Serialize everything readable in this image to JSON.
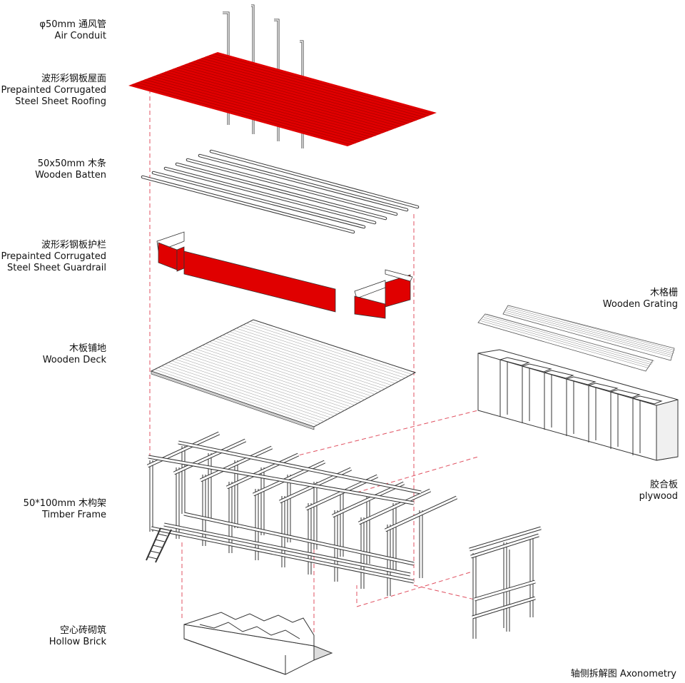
{
  "labels": {
    "air_conduit": {
      "cn": "φ50mm 通风管",
      "en": "Air Conduit"
    },
    "roofing": {
      "cn": "波形彩钢板屋面",
      "en1": "Prepainted  Corrugated",
      "en2": "Steel Sheet Roofing"
    },
    "batten": {
      "cn": "50x50mm 木条",
      "en": "Wooden Batten"
    },
    "guardrail": {
      "cn": "波形彩钢板护栏",
      "en1": "Prepainted  Corrugated",
      "en2": "Steel Sheet Guardrail"
    },
    "deck": {
      "cn": "木板铺地",
      "en": "Wooden Deck"
    },
    "frame": {
      "cn": "50*100mm 木构架",
      "en": "Timber Frame"
    },
    "brick": {
      "cn": "空心砖砌筑",
      "en": "Hollow Brick"
    },
    "grating": {
      "cn": "木格栅",
      "en": "Wooden Grating"
    },
    "plywood": {
      "cn": "胶合板",
      "en": "plywood"
    }
  },
  "caption": "轴侧拆解图  Axonometry",
  "colors": {
    "steel_red": "#e00000",
    "dash_red": "#e05060",
    "line": "#333333"
  }
}
